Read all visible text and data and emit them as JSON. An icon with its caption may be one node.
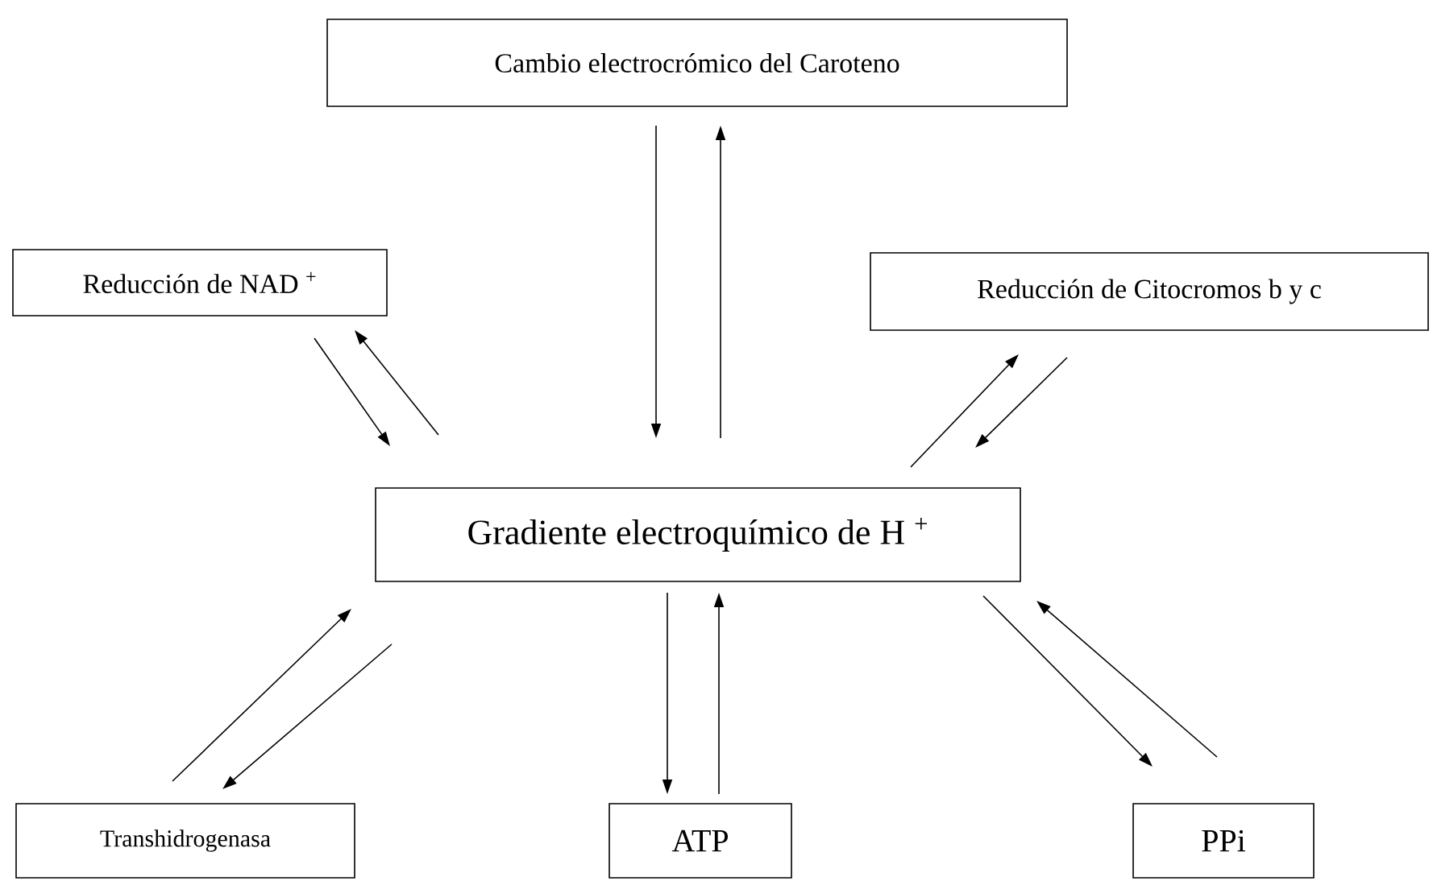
{
  "diagram": {
    "nodes": [
      {
        "text": [
          "Cambio electrocrómico del Caroteno"
        ]
      },
      {
        "text": [
          "Reducción de NAD $^{+}$"
        ]
      },
      {
        "text": [
          "Reducción de Citocromos b y c"
        ]
      },
      {
        "text": [
          "Gradiente electroquímico de H $^{+}$"
        ]
      },
      {
        "text": [
          "Transhidrogenasa"
        ]
      },
      {
        "text": [
          "ATP"
        ]
      },
      {
        "text": [
          "PPi"
        ]
      }
    ],
    "edges": [
      {
        "from": 0,
        "to": 3,
        "arrow": "to"
      },
      {
        "from": 3,
        "to": 0,
        "arrow": "to"
      },
      {
        "from": 1,
        "to": 3,
        "arrow": "to"
      },
      {
        "from": 3,
        "to": 1,
        "arrow": "to"
      },
      {
        "from": 3,
        "to": 2,
        "arrow": "to"
      },
      {
        "from": 2,
        "to": 3,
        "arrow": "to"
      },
      {
        "from": 4,
        "to": 3,
        "arrow": "to"
      },
      {
        "from": 3,
        "to": 4,
        "arrow": "to"
      },
      {
        "from": 3,
        "to": 5,
        "arrow": "to"
      },
      {
        "from": 5,
        "to": 3,
        "arrow": "to"
      },
      {
        "from": 3,
        "to": 6,
        "arrow": "to"
      },
      {
        "from": 6,
        "to": 3,
        "arrow": "to"
      }
    ]
  }
}
